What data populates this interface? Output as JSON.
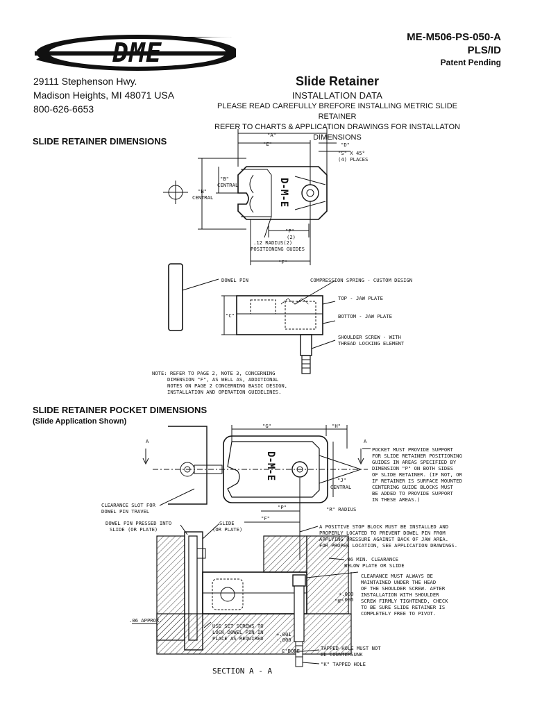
{
  "header": {
    "logo_text": "DME",
    "doc_number": "ME-M506-PS-050-A",
    "doc_code": "PLS/ID",
    "patent": "Patent Pending"
  },
  "address": {
    "street": "29111 Stephenson Hwy.",
    "city": "Madison Heights, MI 48071 USA",
    "phone": "800-626-6653"
  },
  "title": {
    "main": "Slide Retainer",
    "sub": "INSTALLATION DATA",
    "line1": "PLEASE READ CAREFULLY BREFORE INSTALLING METRIC SLIDE RETAINER",
    "line2": "REFER TO CHARTS & APPLICATION DRAWINGS FOR INSTALLATON DIMENSIONS"
  },
  "section1": {
    "heading": "SLIDE RETAINER  DIMENSIONS",
    "labels": {
      "a": "\"A\"",
      "e": "\"E\"",
      "d": "\"D\"",
      "s": "\"S\" X 45°",
      "s2": "(4) PLACES",
      "b": "\"B\"",
      "b2": "CENTRAL",
      "n": "\"N\"",
      "n2": "CENTRAL",
      "p": "\"P\"",
      "p2": "(2)",
      "r1": ".12 RADIUS(2)",
      "r2": "POSITIONING GUIDES",
      "f": "\"F\"",
      "dowel": "DOWEL PIN",
      "spring": "COMPRESSION SPRING - CUSTOM DESIGN",
      "top": "TOP - JAW PLATE",
      "bottom": "BOTTOM - JAW PLATE",
      "shoulder1": "SHOULDER SCREW - WITH",
      "shoulder2": "THREAD LOCKING ELEMENT",
      "c": "\"C\"",
      "stamp": "D-M-E"
    },
    "note": [
      "NOTE: REFER TO PAGE 2, NOTE 3, CONCERNING",
      "DIMENSION \"F\", AS WELL AS, ADDITIONAL",
      "NOTES ON PAGE 2 CONCERNING BASIC DESIGN,",
      "INSTALLATION AND OPERATION GUIDELINES."
    ]
  },
  "section2": {
    "heading": "SLIDE RETAINER POCKET DIMENSIONS",
    "subheading": "(Slide Application Shown)",
    "labels": {
      "a_left": "A",
      "a_right": "A",
      "g": "\"G\"",
      "h": "\"H\"",
      "j": "\"J\"",
      "j2": "CENTRAL",
      "r": "\"R\" RADIUS",
      "p": "\"P\"",
      "f": "\"F\"",
      "h2": "\"H\"",
      "clear1": "CLEARANCE SLOT FOR",
      "clear2": "DOWEL PIN TRAVEL",
      "dpin1": "DOWEL PIN PRESSED INTO",
      "dpin2": "SLIDE (OR PLATE)",
      "slide1": "SLIDE",
      "slide2": "(OR PLATE)",
      "approx": ".06 APPROX.",
      "set1": "USE SET SCREWS TO",
      "set2": "LOCK DOWEL PIN IN",
      "set3": "PLACE AS REQUIRED",
      "cbore": "C'BORE",
      "tol1": "+.001",
      "tol2": "-.000",
      "tol3": "+.000",
      "tol4": "-.005",
      "min1": ".06 MIN. CLEARANCE",
      "min2": "BELOW PLATE OR SLIDE",
      "section": "SECTION A - A",
      "stamp": "D-M-E",
      "tapped1": "TAPPED HOLE MUST NOT",
      "tapped2": "BE COUNTERSUNK",
      "tappedk": "\"K\" TAPPED HOLE"
    },
    "pocket_note": [
      "POCKET MUST PROVIDE SUPPORT",
      "FOR SLIDE RETAINER POSITIONING",
      "GUIDES IN AREAS SPECIFIED BY",
      "DIMENSION \"P\" ON BOTH SIDES",
      "OF SLIDE RETAINER. (IF NOT, OR",
      "IF RETAINER IS SURFACE MOUNTED",
      "CENTERING GUIDE BLOCKS MUST",
      "BE ADDED TO PROVIDE SUPPORT",
      "IN THESE AREAS.)"
    ],
    "stop_note": [
      "A POSITIVE STOP BLOCK MUST BE INSTALLED AND",
      "PROPERLY LOCATED TO PREVENT DOWEL PIN FROM",
      "APPLYING PRESSURE AGAINST BACK OF JAW AREA.",
      "FOR PROPER LOCATION, SEE APPLICATION DRAWINGS."
    ],
    "clearance_note": [
      "CLEARANCE MUST ALWAYS BE",
      "MAINTAINED UNDER THE HEAD",
      "OF THE SHOULDER SCREW. AFTER",
      "INSTALLATION WITH SHOULDER",
      "SCREW FIRMLY TIGHTENED, CHECK",
      "TO BE SURE SLIDE RETAINER IS",
      "COMPLETELY FREE TO PIVOT."
    ]
  }
}
